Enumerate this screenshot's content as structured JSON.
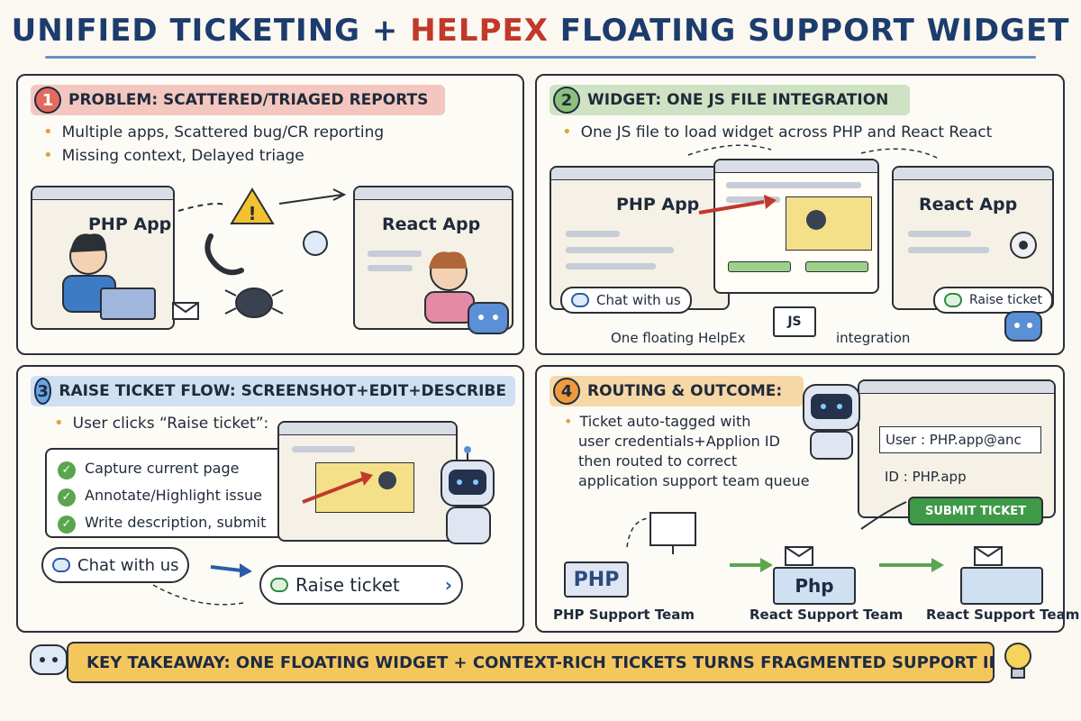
{
  "title": {
    "part1": "UNIFIED TICKETING + ",
    "accent": "HELPEX",
    "part2": " FLOATING SUPPORT WIDGET"
  },
  "colors": {
    "accent_red": "#c0392b",
    "navy": "#1d3c6e",
    "green": "#5aa64e",
    "amber": "#f4c75d"
  },
  "panel1": {
    "number": "1",
    "heading": "PROBLEM: SCATTERED/TRIAGED REPORTS",
    "bullets": [
      "Multiple apps, Scattered bug/CR reporting",
      "Missing context, Delayed triage"
    ],
    "php_label": "PHP App",
    "react_label": "React App"
  },
  "panel2": {
    "number": "2",
    "heading": "WIDGET: ONE JS FILE INTEGRATION",
    "bullets": [
      "One JS file to load widget across PHP and React React"
    ],
    "php_label": "PHP App",
    "react_label": "React App",
    "chat_button": "Chat with us",
    "raise_button": "Raise ticket",
    "js_file": "JS",
    "caption_left": "One floating HelpEx",
    "caption_right": "integration"
  },
  "panel3": {
    "number": "3",
    "heading": "RAISE TICKET FLOW: SCREENSHOT+EDIT+DESCRIBE",
    "intro": "User clicks “Raise ticket”:",
    "steps": [
      "Capture current page",
      "Annotate/Highlight issue",
      "Write description, submit"
    ],
    "chat_button": "Chat with us",
    "raise_button": "Raise ticket"
  },
  "panel4": {
    "number": "4",
    "heading": "ROUTING & OUTCOME:",
    "bullet": [
      "Ticket auto-tagged with",
      "user credentials+Applion ID",
      "then routed to correct",
      "application support team queue"
    ],
    "user_field": "User : PHP.app@anc",
    "id_field": "ID :  PHP.app",
    "submit_button": "SUBMIT TICKET",
    "box_php": "PHP",
    "box_php2": "Php",
    "teams": [
      "PHP Support Team",
      "React Support Team",
      "React Support Team"
    ]
  },
  "takeaway": "KEY TAKEAWAY: ONE FLOATING WIDGET + CONTEXT-RICH TICKETS TURNS FRAGMENTED SUPPORT INTO A RELIABLE",
  "icons": [
    "warning-icon",
    "phone-icon",
    "bug-icon",
    "mail-icon",
    "chat-bot-icon",
    "robot-icon",
    "lightbulb-icon",
    "check-icon",
    "arrow-icon"
  ]
}
